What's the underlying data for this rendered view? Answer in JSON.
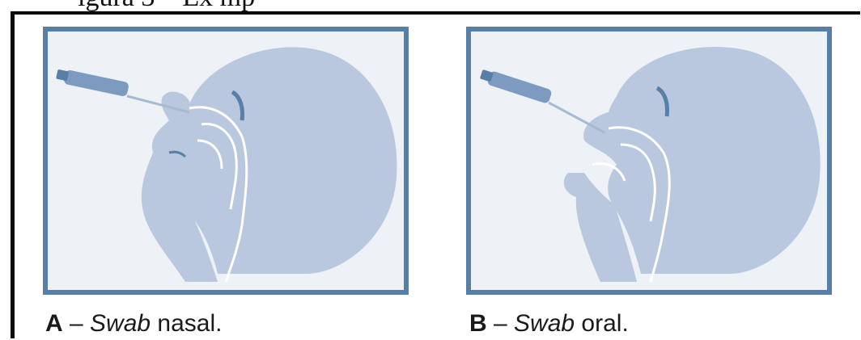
{
  "header_fragment": "igura 3 – Ex mp",
  "figures": [
    {
      "letter": "A",
      "dash": " – ",
      "swab": "Swab",
      "rest": " nasal."
    },
    {
      "letter": "B",
      "dash": " – ",
      "swab": "Swab",
      "rest": " oral."
    }
  ],
  "colors": {
    "border": "#587fa8",
    "head": "#b9c8de",
    "background": "#eef2f7"
  }
}
